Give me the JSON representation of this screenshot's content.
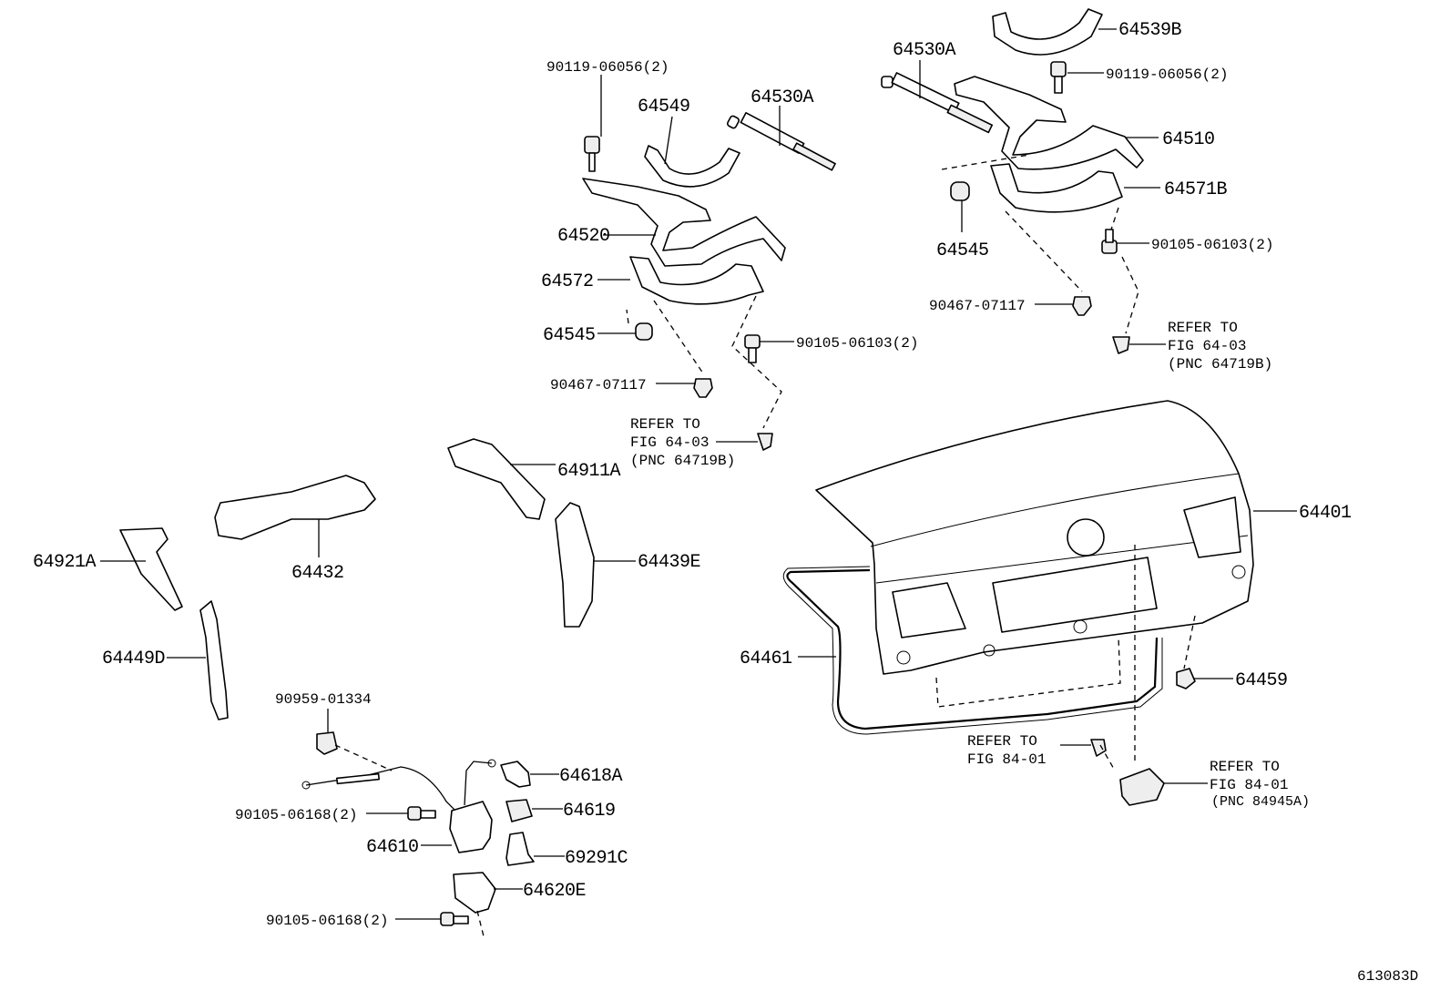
{
  "figure_id": "613083D",
  "labels": {
    "p_90119_06056_l": "90119-06056(2)",
    "p_64549": "64549",
    "p_64530A_l": "64530A",
    "p_64520": "64520",
    "p_64572": "64572",
    "p_64545_l": "64545",
    "p_90467_07117_l": "90467-07117",
    "p_90105_06103_l": "90105-06103(2)",
    "p_64530A_r": "64530A",
    "p_64539B": "64539B",
    "p_90119_06056_r": "90119-06056(2)",
    "p_64510": "64510",
    "p_64571B": "64571B",
    "p_64545_r": "64545",
    "p_90105_06103_r": "90105-06103(2)",
    "p_90467_07117_r": "90467-07117",
    "p_64911A": "64911A",
    "p_64432": "64432",
    "p_64439E": "64439E",
    "p_64921A": "64921A",
    "p_64449D": "64449D",
    "p_64401": "64401",
    "p_64461": "64461",
    "p_64459": "64459",
    "p_90959_01334": "90959-01334",
    "p_64618A": "64618A",
    "p_64619": "64619",
    "p_90105_06168_a": "90105-06168(2)",
    "p_64610": "64610",
    "p_69291C": "69291C",
    "p_64620E": "64620E",
    "p_90105_06168_b": "90105-06168(2)"
  },
  "refer_notes": {
    "left": {
      "line1": "REFER TO",
      "line2": "FIG 64-03",
      "line3": "(PNC 64719B)"
    },
    "right": {
      "line1": "REFER TO",
      "line2": "FIG 64-03",
      "line3": "(PNC 64719B)"
    },
    "mid": {
      "line1": "REFER TO",
      "line2": "FIG 84-01"
    },
    "lower": {
      "line1": "REFER TO",
      "line2": "FIG 84-01",
      "line3": "(PNC 84945A)"
    }
  }
}
